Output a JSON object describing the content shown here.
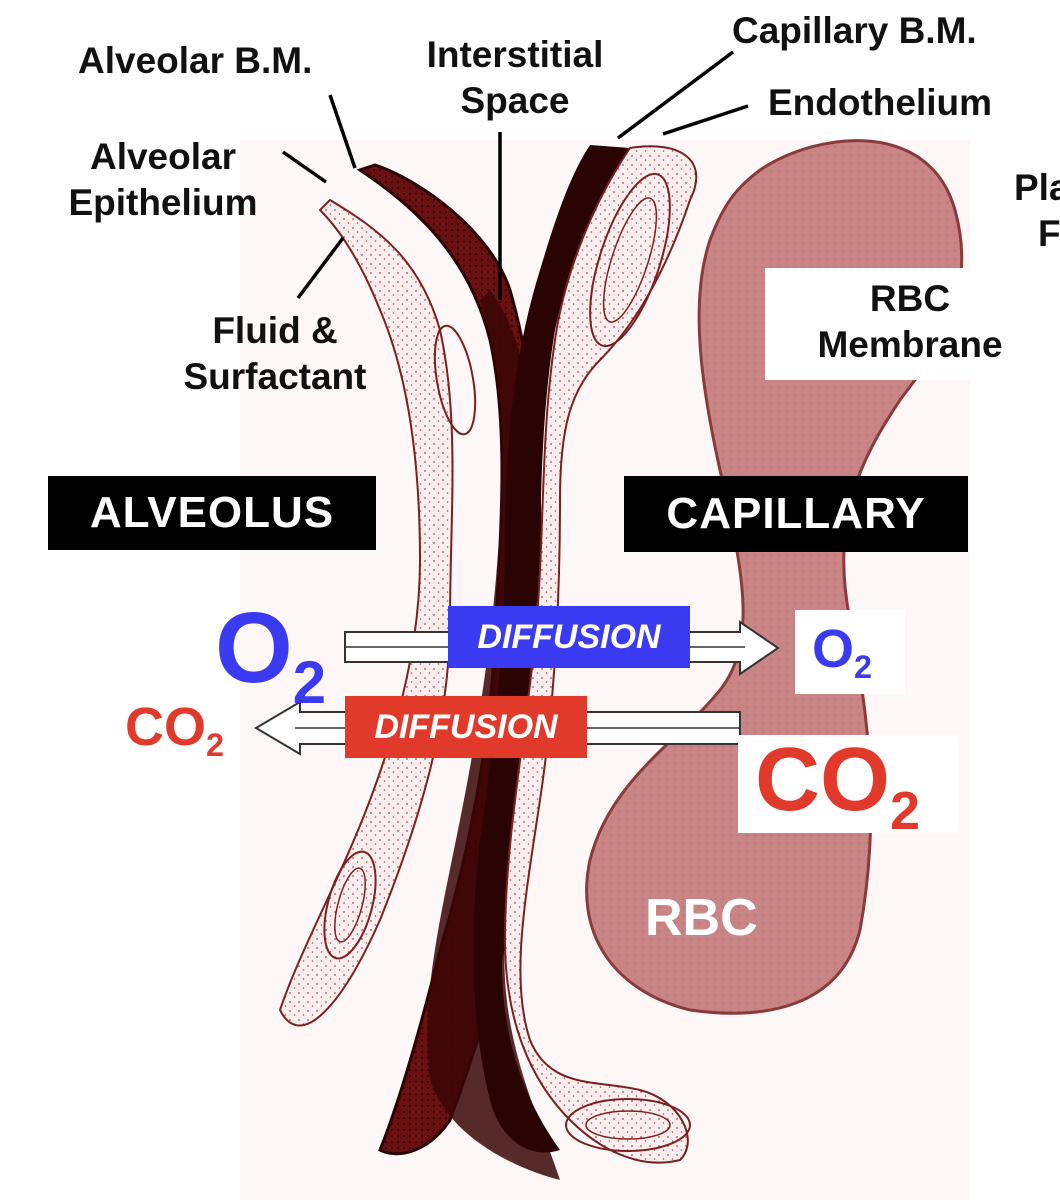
{
  "labels": {
    "alveolar_bm": "Alveolar B.M.",
    "interstitial_1": "Interstitial",
    "interstitial_2": "Space",
    "capillary_bm": "Capillary B.M.",
    "endothelium": "Endothelium",
    "alveolar_epi_1": "Alveolar",
    "alveolar_epi_2": "Epithelium",
    "fluid_1": "Fluid &",
    "fluid_2": "Surfactant",
    "plasma_1": "Pla",
    "plasma_2": "F",
    "rbc_membrane_1": "RBC",
    "rbc_membrane_2": "Membrane",
    "rbc": "RBC"
  },
  "regions": {
    "alveolus": "ALVEOLUS",
    "capillary": "CAPILLARY"
  },
  "gases": {
    "o2_main": "O",
    "o2_main_sub": "2",
    "o2_right": "O",
    "o2_right_sub": "2",
    "co2_left": "CO",
    "co2_left_sub": "2",
    "co2_right": "CO",
    "co2_right_sub": "2"
  },
  "diffusion": {
    "o2_label": "DIFFUSION",
    "co2_label": "DIFFUSION"
  },
  "colors": {
    "o2": "#3a3af0",
    "co2": "#e23a2a",
    "tissue_dark": "#3a0606",
    "tissue_mid": "#8c2a2a",
    "rbc": "#c98585"
  }
}
